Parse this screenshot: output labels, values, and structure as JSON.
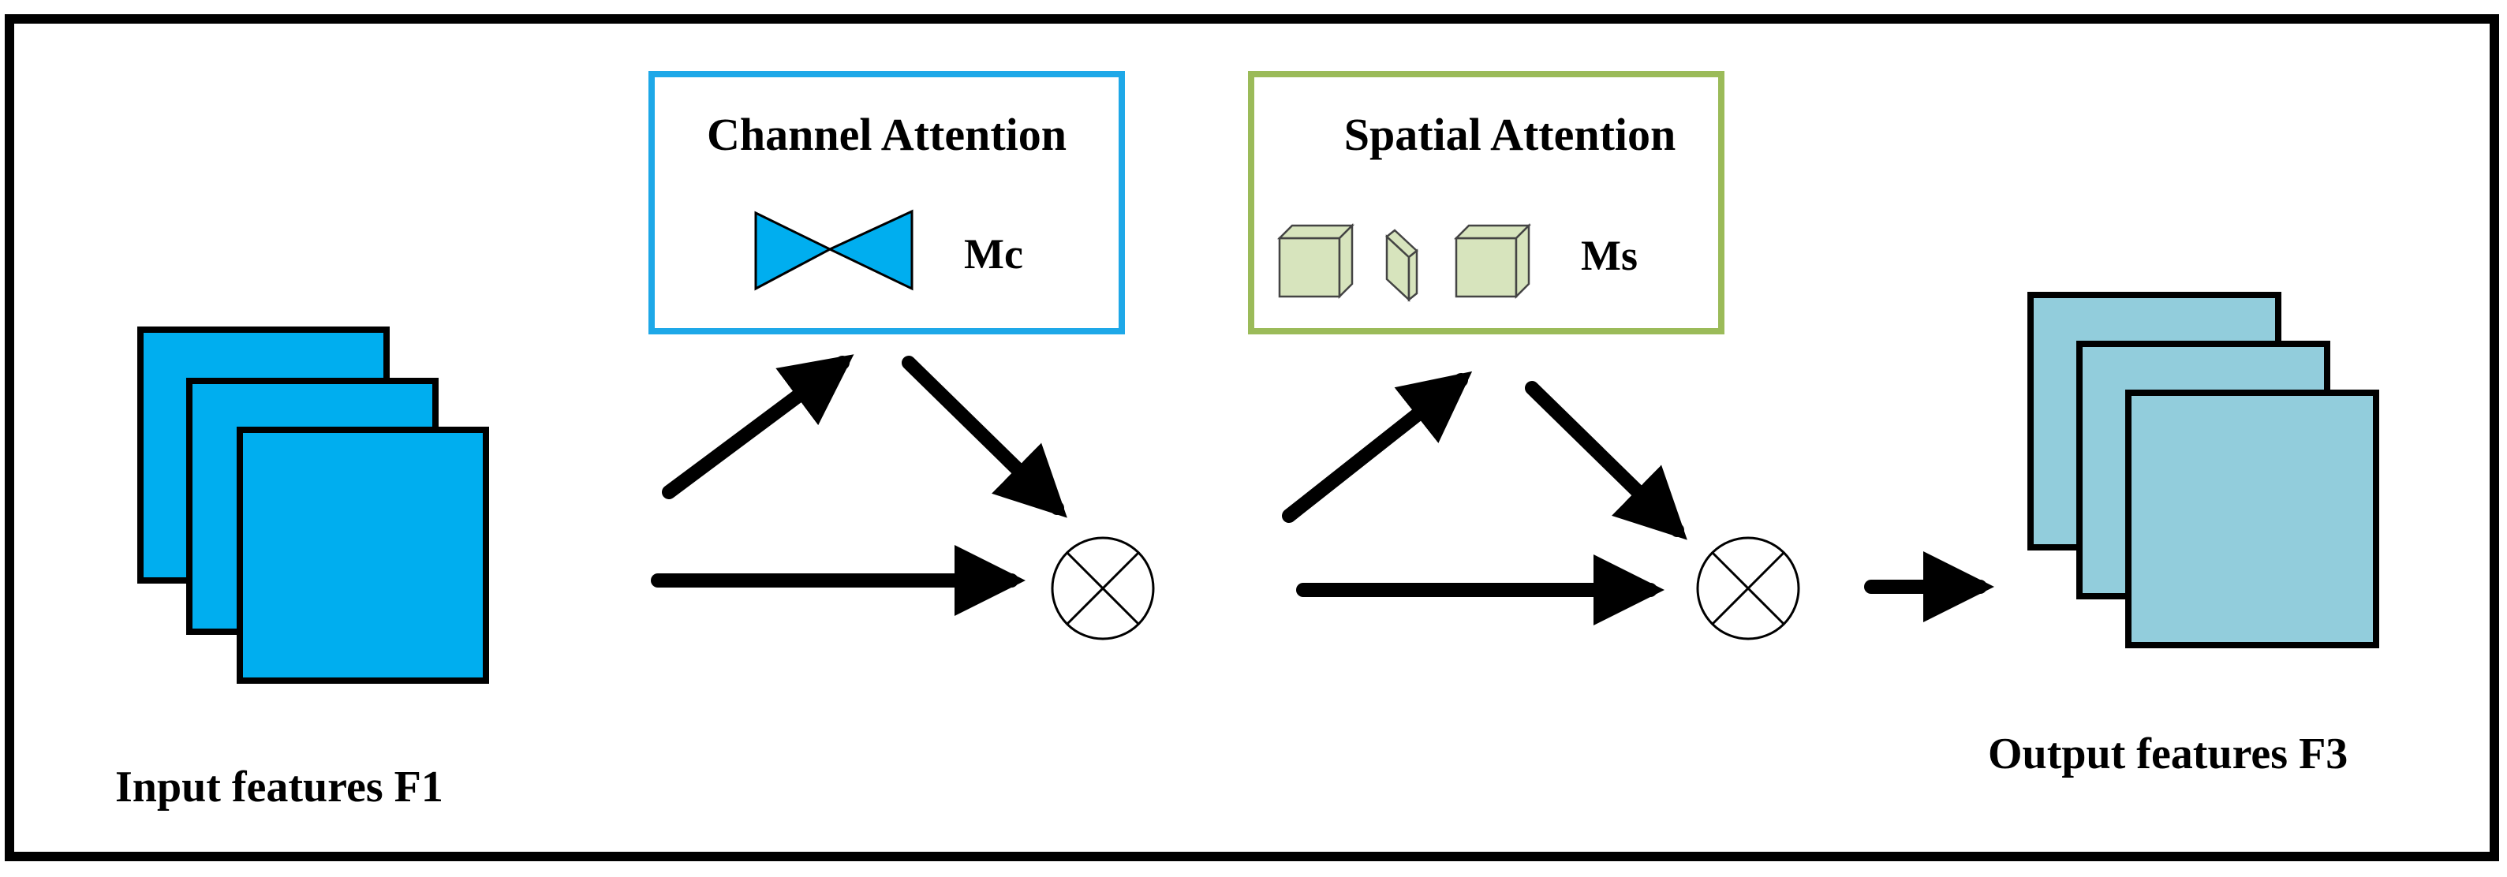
{
  "labels": {
    "input": "Input features F1",
    "output": "Output features F3",
    "channel_title": "Channel Attention",
    "channel_symbol": "Mc",
    "spatial_title": "Spatial Attention",
    "spatial_symbol": "Ms"
  },
  "colors": {
    "input_maps": "#00AEEF",
    "output_maps": "#92CDDC",
    "channel_box_border": "#1EA8E8",
    "spatial_box_border": "#9BBB59",
    "spatial_cube": "#D7E4BD",
    "outline": "#000000"
  },
  "icons": {
    "multiply_node": "circled-times-icon",
    "channel_glyph": "bowtie-icon",
    "spatial_glyph": "cube-icon"
  }
}
